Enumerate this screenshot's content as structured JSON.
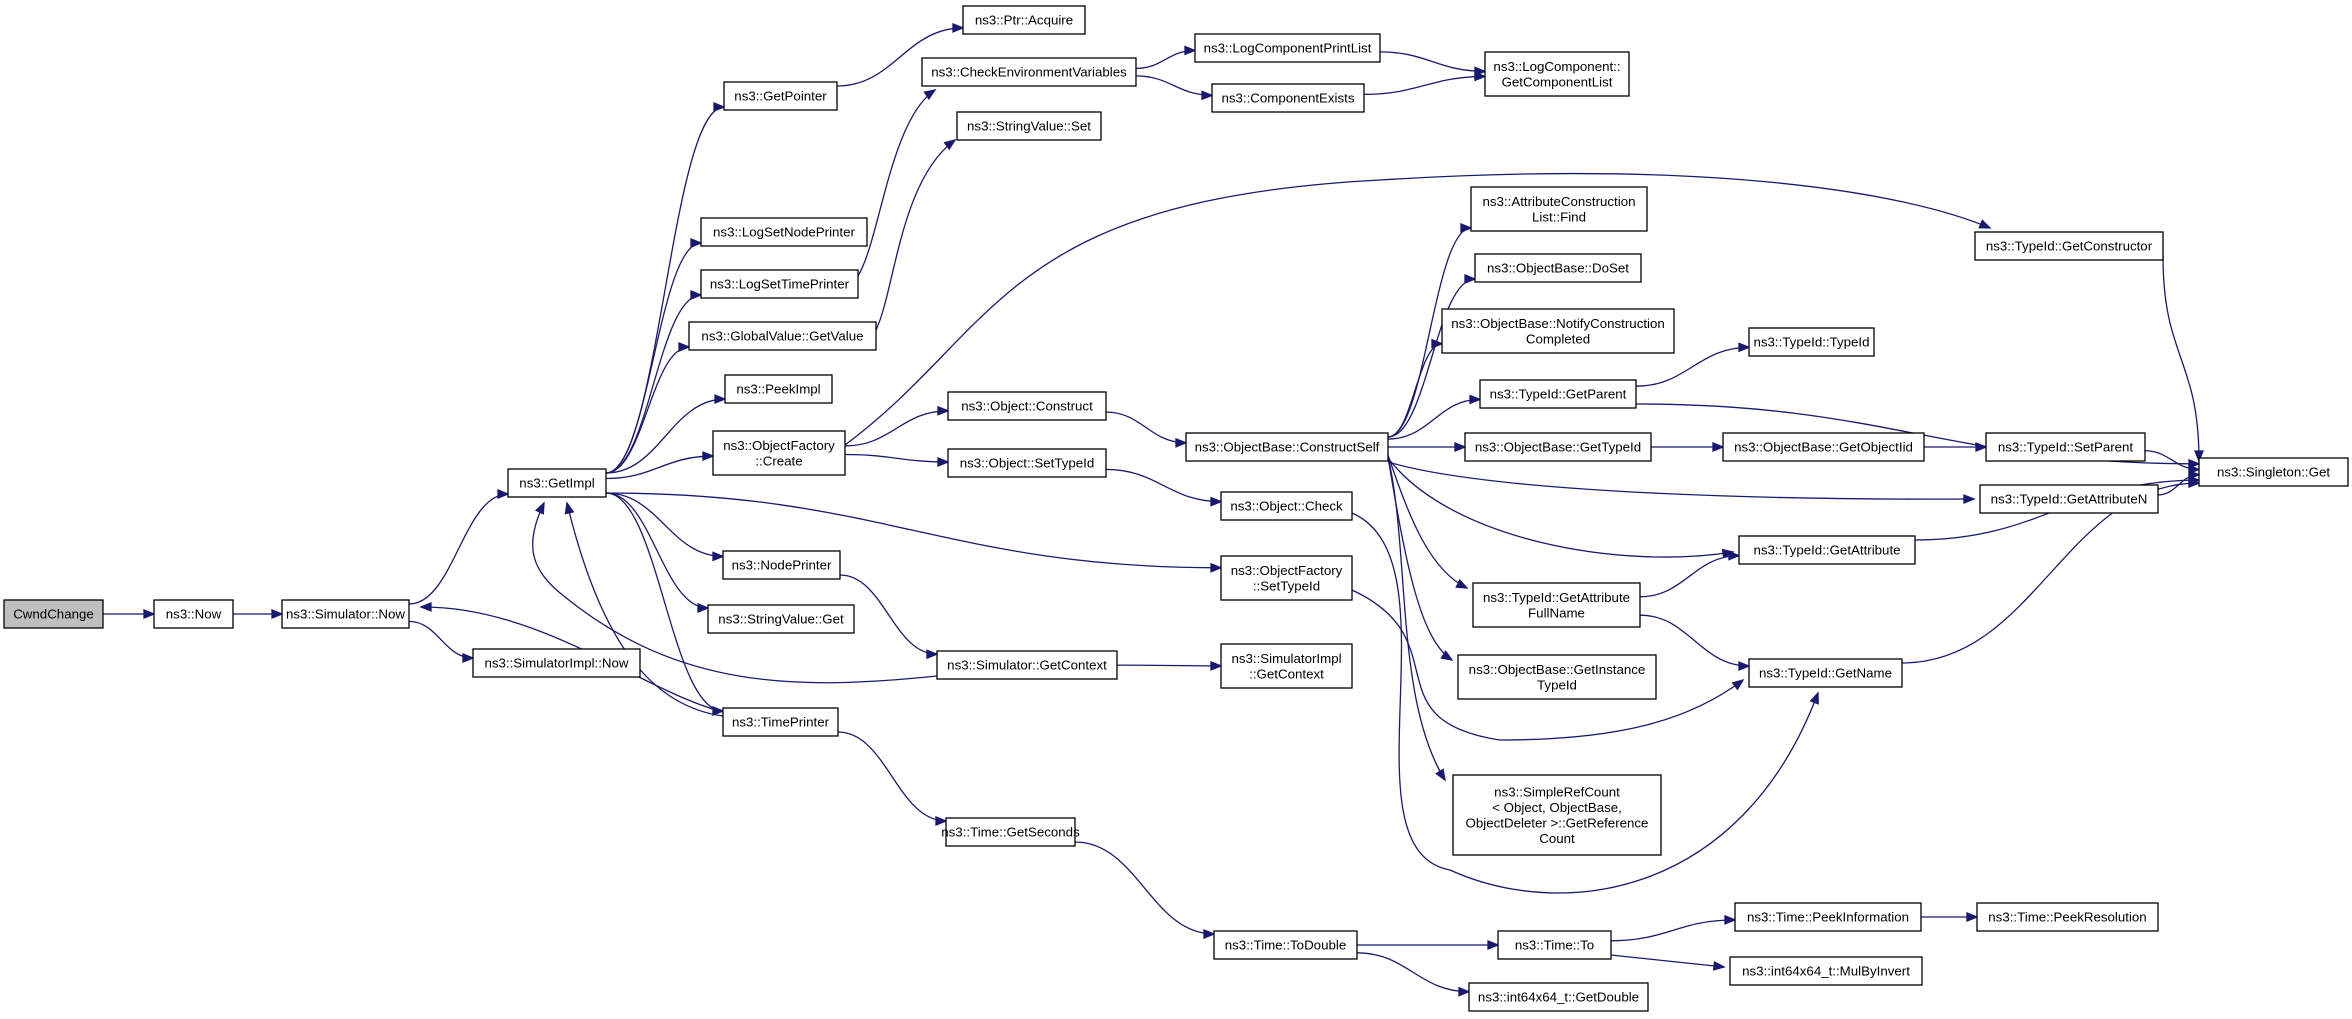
{
  "nodes": [
    {
      "id": "cwnd",
      "lines": [
        "CwndChange"
      ],
      "style": "root"
    },
    {
      "id": "now",
      "lines": [
        "ns3::Now"
      ]
    },
    {
      "id": "simnow",
      "lines": [
        "ns3::Simulator::Now"
      ]
    },
    {
      "id": "simimplnow",
      "lines": [
        "ns3::SimulatorImpl::Now"
      ]
    },
    {
      "id": "getimpl",
      "lines": [
        "ns3::GetImpl"
      ]
    },
    {
      "id": "getpointer",
      "lines": [
        "ns3::GetPointer"
      ]
    },
    {
      "id": "ptracquire",
      "lines": [
        "ns3::Ptr::Acquire"
      ]
    },
    {
      "id": "logsetnode",
      "lines": [
        "ns3::LogSetNodePrinter"
      ]
    },
    {
      "id": "logsettime",
      "lines": [
        "ns3::LogSetTimePrinter"
      ]
    },
    {
      "id": "gvget",
      "lines": [
        "ns3::GlobalValue::GetValue"
      ]
    },
    {
      "id": "peekimpl",
      "lines": [
        "ns3::PeekImpl"
      ]
    },
    {
      "id": "ofcreate",
      "lines": [
        "ns3::ObjectFactory",
        "::Create"
      ]
    },
    {
      "id": "nodeprinter",
      "lines": [
        "ns3::NodePrinter"
      ]
    },
    {
      "id": "svget",
      "lines": [
        "ns3::StringValue::Get"
      ]
    },
    {
      "id": "timeprinter",
      "lines": [
        "ns3::TimePrinter"
      ]
    },
    {
      "id": "checkenv",
      "lines": [
        "ns3::CheckEnvironmentVariables"
      ]
    },
    {
      "id": "svset",
      "lines": [
        "ns3::StringValue::Set"
      ]
    },
    {
      "id": "objconstruct",
      "lines": [
        "ns3::Object::Construct"
      ]
    },
    {
      "id": "objsettypeid",
      "lines": [
        "ns3::Object::SetTypeId"
      ]
    },
    {
      "id": "simgetctx",
      "lines": [
        "ns3::Simulator::GetContext"
      ]
    },
    {
      "id": "timegetsec",
      "lines": [
        "ns3::Time::GetSeconds"
      ]
    },
    {
      "id": "logcompprint",
      "lines": [
        "ns3::LogComponentPrintList"
      ]
    },
    {
      "id": "compexists",
      "lines": [
        "ns3::ComponentExists"
      ]
    },
    {
      "id": "logcomplist",
      "lines": [
        "ns3::LogComponent::",
        "GetComponentList"
      ]
    },
    {
      "id": "obconstructself",
      "lines": [
        "ns3::ObjectBase::ConstructSelf"
      ]
    },
    {
      "id": "objcheck",
      "lines": [
        "ns3::Object::Check"
      ]
    },
    {
      "id": "ofsettypeid",
      "lines": [
        "ns3::ObjectFactory",
        "::SetTypeId"
      ]
    },
    {
      "id": "simimplgetctx",
      "lines": [
        "ns3::SimulatorImpl",
        "::GetContext"
      ]
    },
    {
      "id": "timetodouble",
      "lines": [
        "ns3::Time::ToDouble"
      ]
    },
    {
      "id": "attrfind",
      "lines": [
        "ns3::AttributeConstruction",
        "List::Find"
      ]
    },
    {
      "id": "obdoset",
      "lines": [
        "ns3::ObjectBase::DoSet"
      ]
    },
    {
      "id": "obnotify",
      "lines": [
        "ns3::ObjectBase::NotifyConstruction",
        "Completed"
      ]
    },
    {
      "id": "tidgetparent",
      "lines": [
        "ns3::TypeId::GetParent"
      ]
    },
    {
      "id": "obgettypeid",
      "lines": [
        "ns3::ObjectBase::GetTypeId"
      ]
    },
    {
      "id": "tidgetattrfull",
      "lines": [
        "ns3::TypeId::GetAttribute",
        "FullName"
      ]
    },
    {
      "id": "obgetinst",
      "lines": [
        "ns3::ObjectBase::GetInstance",
        "TypeId"
      ]
    },
    {
      "id": "simplerefcount",
      "lines": [
        "ns3::SimpleRefCount",
        "< Object, ObjectBase,",
        "ObjectDeleter >::GetReference",
        "Count"
      ]
    },
    {
      "id": "timeto",
      "lines": [
        "ns3::Time::To"
      ]
    },
    {
      "id": "int64getdouble",
      "lines": [
        "ns3::int64x64_t::GetDouble"
      ]
    },
    {
      "id": "tidtypeid",
      "lines": [
        "ns3::TypeId::TypeId"
      ]
    },
    {
      "id": "obgetobjtid",
      "lines": [
        "ns3::ObjectBase::GetObjectIid"
      ]
    },
    {
      "id": "tidgetattr",
      "lines": [
        "ns3::TypeId::GetAttribute"
      ]
    },
    {
      "id": "tidgetname",
      "lines": [
        "ns3::TypeId::GetName"
      ]
    },
    {
      "id": "timepeekinfo",
      "lines": [
        "ns3::Time::PeekInformation"
      ]
    },
    {
      "id": "int64mulbyinv",
      "lines": [
        "ns3::int64x64_t::MulByInvert"
      ],
      "style": "truncated"
    },
    {
      "id": "tidgetctor",
      "lines": [
        "ns3::TypeId::GetConstructor"
      ]
    },
    {
      "id": "tidsetparent",
      "lines": [
        "ns3::TypeId::SetParent"
      ]
    },
    {
      "id": "tidgetattrn",
      "lines": [
        "ns3::TypeId::GetAttributeN"
      ]
    },
    {
      "id": "singletonget",
      "lines": [
        "ns3::Singleton::Get"
      ]
    },
    {
      "id": "timepeekres",
      "lines": [
        "ns3::Time::PeekResolution"
      ],
      "style": "truncated"
    }
  ],
  "edges": [
    [
      "cwnd",
      "now"
    ],
    [
      "now",
      "simnow"
    ],
    [
      "simnow",
      "getimpl"
    ],
    [
      "simnow",
      "simimplnow"
    ],
    [
      "getimpl",
      "getpointer"
    ],
    [
      "getimpl",
      "logsetnode"
    ],
    [
      "getimpl",
      "logsettime"
    ],
    [
      "getimpl",
      "gvget"
    ],
    [
      "getimpl",
      "peekimpl"
    ],
    [
      "getimpl",
      "ofcreate"
    ],
    [
      "getimpl",
      "nodeprinter"
    ],
    [
      "getimpl",
      "svget"
    ],
    [
      "getimpl",
      "timeprinter"
    ],
    [
      "getimpl",
      "ofsettypeid"
    ],
    [
      "getpointer",
      "ptracquire"
    ],
    [
      "logsettime",
      "checkenv"
    ],
    [
      "gvget",
      "svset"
    ],
    [
      "checkenv",
      "logcompprint"
    ],
    [
      "checkenv",
      "compexists"
    ],
    [
      "logcompprint",
      "logcomplist"
    ],
    [
      "compexists",
      "logcomplist"
    ],
    [
      "ofcreate",
      "objconstruct"
    ],
    [
      "ofcreate",
      "objsettypeid"
    ],
    [
      "ofcreate",
      "tidgetctor"
    ],
    [
      "objconstruct",
      "obconstructself"
    ],
    [
      "objsettypeid",
      "objcheck"
    ],
    [
      "nodeprinter",
      "simgetctx"
    ],
    [
      "simgetctx",
      "getimpl"
    ],
    [
      "simgetctx",
      "simimplgetctx"
    ],
    [
      "timeprinter",
      "simnow"
    ],
    [
      "timeprinter",
      "getimpl"
    ],
    [
      "timeprinter",
      "timegetsec"
    ],
    [
      "timegetsec",
      "timetodouble"
    ],
    [
      "timetodouble",
      "timeto"
    ],
    [
      "timetodouble",
      "int64getdouble"
    ],
    [
      "timeto",
      "timepeekinfo"
    ],
    [
      "timeto",
      "int64mulbyinv"
    ],
    [
      "timepeekinfo",
      "timepeekres"
    ],
    [
      "obconstructself",
      "attrfind"
    ],
    [
      "obconstructself",
      "obdoset"
    ],
    [
      "obconstructself",
      "obnotify"
    ],
    [
      "obconstructself",
      "tidgetparent"
    ],
    [
      "obconstructself",
      "obgettypeid"
    ],
    [
      "obconstructself",
      "tidgetattrn"
    ],
    [
      "obconstructself",
      "tidgetattr"
    ],
    [
      "obconstructself",
      "tidgetattrfull"
    ],
    [
      "obconstructself",
      "obgetinst"
    ],
    [
      "obconstructself",
      "simplerefcount"
    ],
    [
      "tidgetparent",
      "tidtypeid"
    ],
    [
      "tidgetparent",
      "singletonget"
    ],
    [
      "obgettypeid",
      "obgetobjtid"
    ],
    [
      "obgetobjtid",
      "tidsetparent"
    ],
    [
      "tidsetparent",
      "singletonget"
    ],
    [
      "tidgetattrn",
      "singletonget"
    ],
    [
      "tidgetattrfull",
      "tidgetattr"
    ],
    [
      "tidgetattrfull",
      "tidgetname"
    ],
    [
      "tidgetattr",
      "singletonget"
    ],
    [
      "tidgetname",
      "singletonget"
    ],
    [
      "tidgetctor",
      "singletonget"
    ],
    [
      "objcheck",
      "tidgetname"
    ],
    [
      "ofsettypeid",
      "tidgetname"
    ]
  ],
  "colors": {
    "edge": "#191970",
    "root_fill": "#bfbfbf",
    "node_border": "#000000",
    "truncated_border": "#ff0000",
    "node_fill": "#ffffff"
  }
}
